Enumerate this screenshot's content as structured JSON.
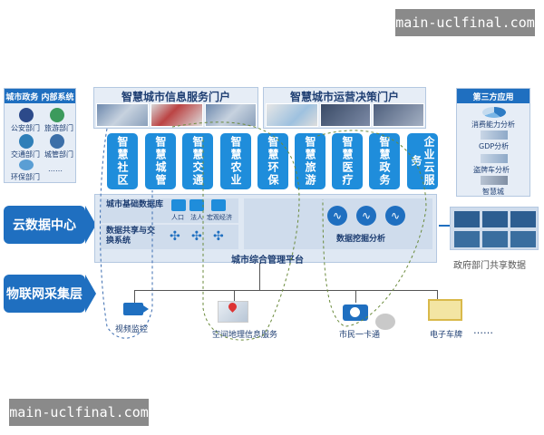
{
  "watermark": "main-uclfinal.com",
  "layers": {
    "cloud": "云数据中心",
    "iot": "物联网采集层"
  },
  "portals": {
    "info": "智慧城市信息服务门户",
    "decision": "智慧城市运营决策门户"
  },
  "apps": [
    "智慧社区",
    "智慧城管",
    "智慧交通",
    "智慧农业",
    "智慧环保",
    "智慧旅游",
    "智慧医疗",
    "智慧政务",
    "企业云服务"
  ],
  "left_panel": {
    "title": "城市政务 内部系统",
    "depts": [
      "公安部门",
      "旅游部门",
      "交通部门",
      "城管部门",
      "环保部门",
      "……"
    ]
  },
  "right_panel": {
    "title": "第三方应用",
    "items": [
      "消费能力分析",
      "GDP分析",
      "盗牌车分析",
      "智慧城"
    ]
  },
  "cloud": {
    "basic_db": "城市基础数据库",
    "db_icons": [
      "人口",
      "法人",
      "宏观经济"
    ],
    "share": "数据共享与交换系统",
    "mining": "数据挖掘分析",
    "platform": "城市综合管理平台"
  },
  "gov_share": "政府部门共享数据",
  "iot_items": [
    "视频监控",
    "空间地理信息服务",
    "市民一卡通",
    "电子车牌",
    "……"
  ],
  "colors": {
    "primary": "#1f6fc0",
    "card": "#1f8ddb",
    "panel": "#e6edf6"
  }
}
